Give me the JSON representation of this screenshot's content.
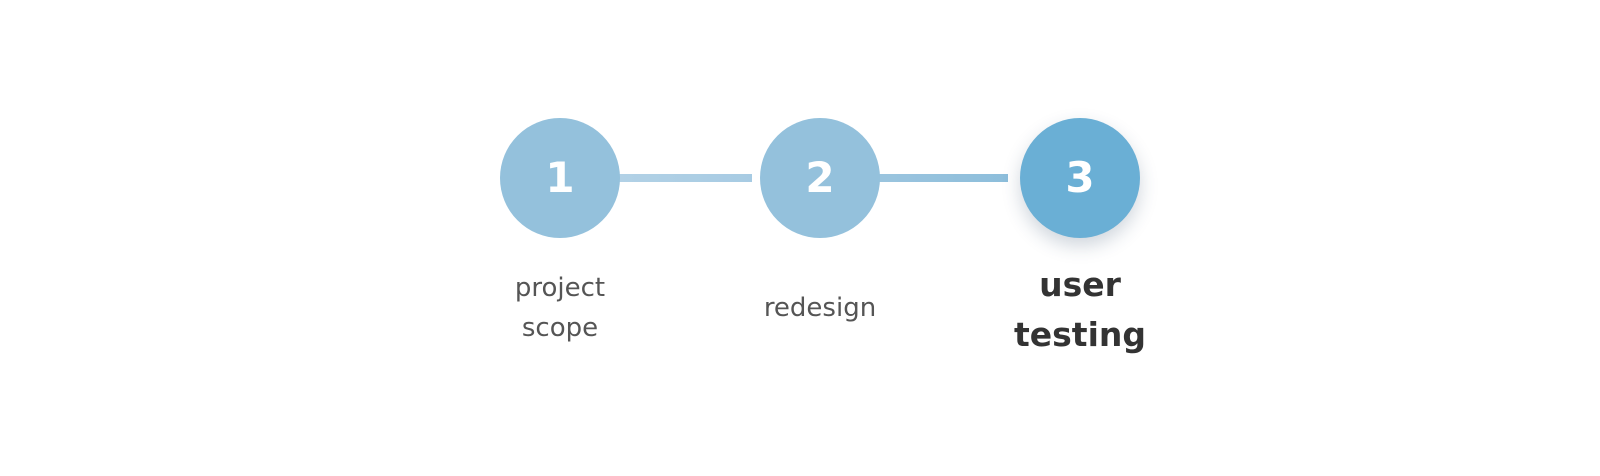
{
  "stepper": {
    "active_step": 3,
    "colors": {
      "inactive_circle": "#94c1dc",
      "active_circle": "#6aafd5",
      "connector": "#a7cbe3",
      "inactive_label": "#555555",
      "active_label": "#333333"
    },
    "steps": [
      {
        "number": "1",
        "label": "project scope"
      },
      {
        "number": "2",
        "label": "redesign"
      },
      {
        "number": "3",
        "label": "user testing"
      }
    ]
  }
}
